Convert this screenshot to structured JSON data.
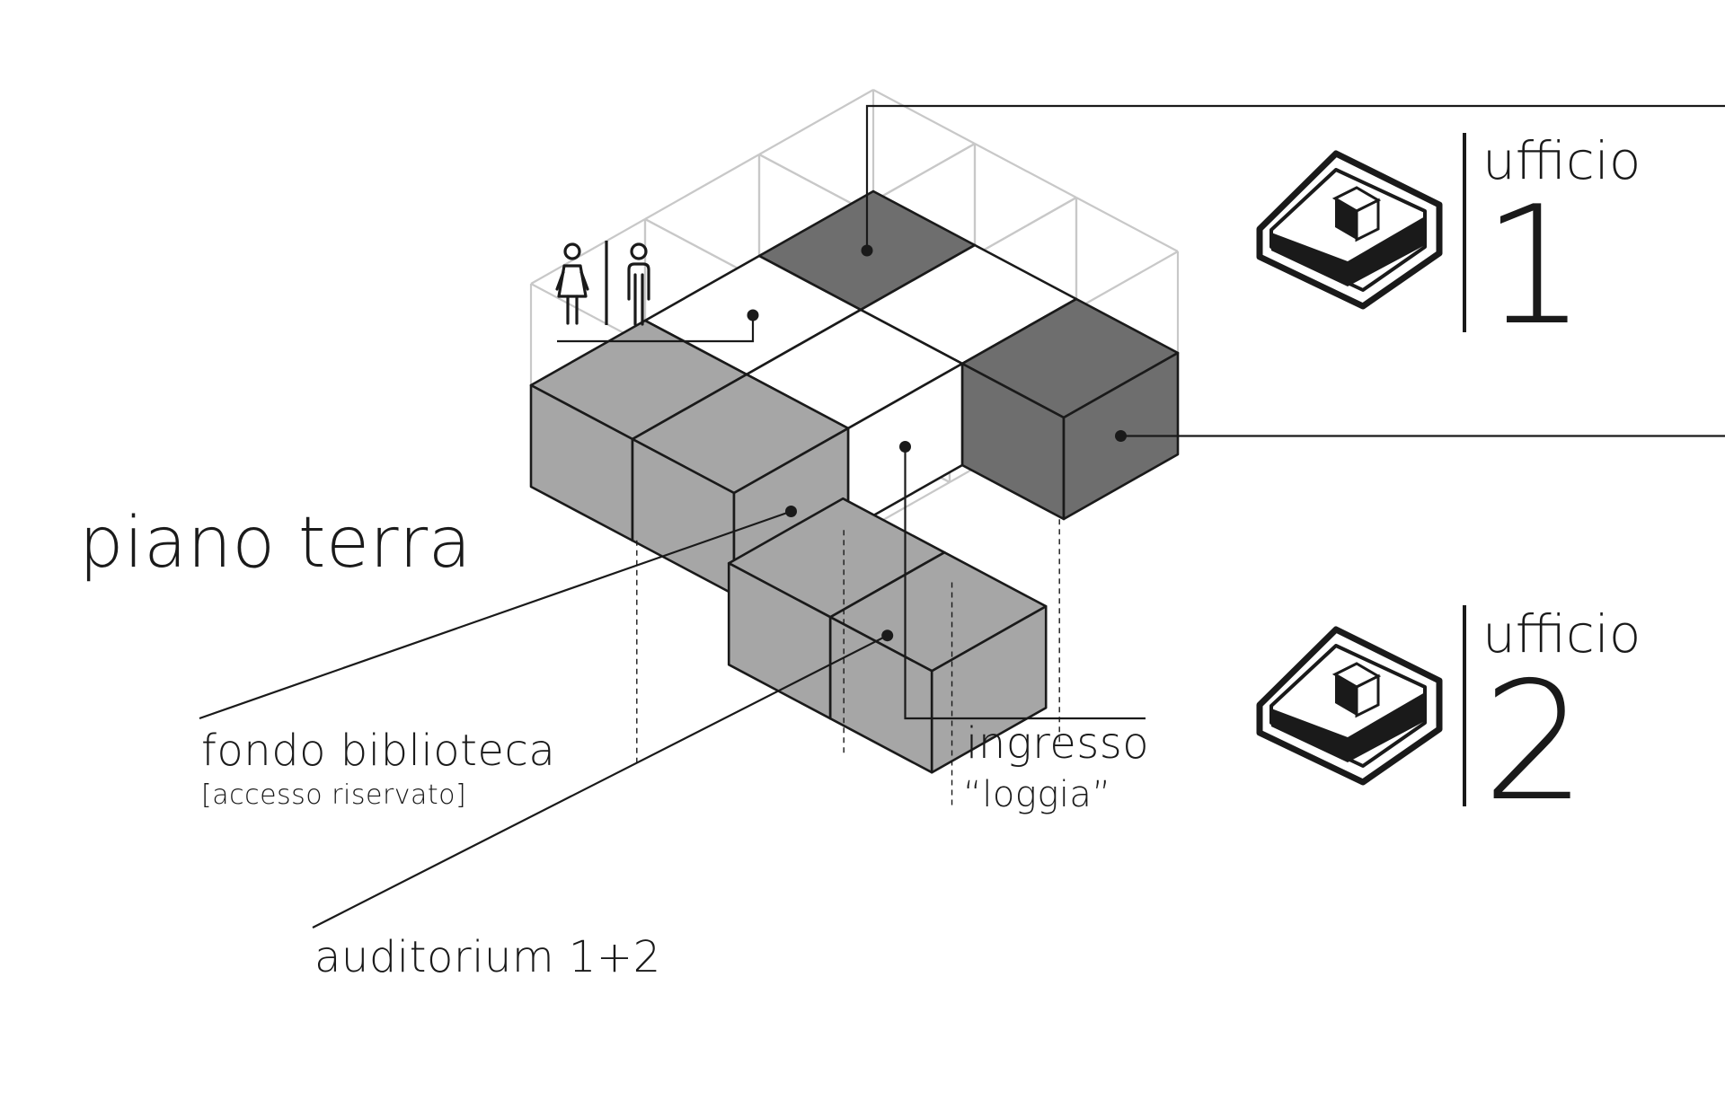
{
  "title": "piano terra",
  "labels": {
    "fondo": "fondo biblioteca",
    "fondo_note": "[accesso riservato]",
    "ingresso": "ingresso",
    "loggia": "“loggia”",
    "auditorium": "auditorium 1+2"
  },
  "offices": [
    {
      "word": "ufficio",
      "number": "1"
    },
    {
      "word": "ufficio",
      "number": "2"
    }
  ],
  "icons": [
    "female-restroom-icon",
    "male-restroom-icon",
    "office-box-icon"
  ],
  "colors": {
    "ink": "#1a1a1a",
    "dark": "#6e6e6e",
    "medium": "#a6a6a6",
    "white": "#ffffff",
    "ghost": "#c8c8c8"
  }
}
